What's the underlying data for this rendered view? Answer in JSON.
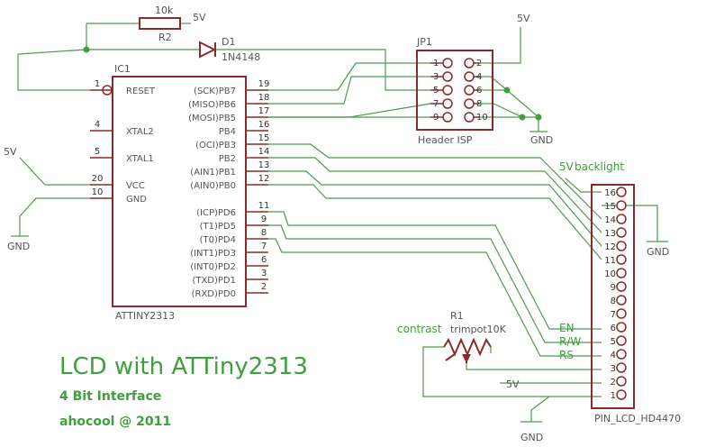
{
  "title": "LCD with ATTiny2313",
  "subtitle": "4 Bit Interface",
  "author": "ahocool @ 2011",
  "r2": {
    "value": "10k",
    "name": "R2",
    "net": "5V"
  },
  "d1": {
    "name": "D1",
    "value": "1N4148"
  },
  "ic1": {
    "name": "IC1",
    "part": "ATTINY2313",
    "left_pins": [
      {
        "num": "1",
        "label": "RESET"
      },
      {
        "num": "4",
        "label": "XTAL2"
      },
      {
        "num": "5",
        "label": "XTAL1"
      },
      {
        "num": "20",
        "label": "VCC"
      },
      {
        "num": "10",
        "label": "GND"
      }
    ],
    "right_pins": [
      {
        "num": "19",
        "label": "(SCK)PB7"
      },
      {
        "num": "18",
        "label": "(MISO)PB6"
      },
      {
        "num": "17",
        "label": "(MOSI)PB5"
      },
      {
        "num": "16",
        "label": "PB4"
      },
      {
        "num": "15",
        "label": "(OCI)PB3"
      },
      {
        "num": "14",
        "label": "PB2"
      },
      {
        "num": "13",
        "label": "(AIN1)PB1"
      },
      {
        "num": "12",
        "label": "(AIN0)PB0"
      },
      {
        "num": "11",
        "label": "(ICP)PD6"
      },
      {
        "num": "9",
        "label": "(T1)PD5"
      },
      {
        "num": "8",
        "label": "(T0)PD4"
      },
      {
        "num": "7",
        "label": "(INT1)PD3"
      },
      {
        "num": "6",
        "label": "(INT0)PD2"
      },
      {
        "num": "3",
        "label": "(TXD)PD1"
      },
      {
        "num": "2",
        "label": "(RXD)PD0"
      }
    ]
  },
  "jp1": {
    "name": "JP1",
    "label": "Header ISP",
    "left_pins": [
      "1",
      "3",
      "5",
      "7",
      "9"
    ],
    "right_pins": [
      "2",
      "4",
      "6",
      "8",
      "10"
    ]
  },
  "lcd": {
    "name": "PIN_LCD_HD4470",
    "pins": [
      "16",
      "15",
      "14",
      "13",
      "12",
      "11",
      "10",
      "9",
      "8",
      "7",
      "6",
      "5",
      "4",
      "3",
      "2",
      "1"
    ],
    "signals": {
      "en": "EN",
      "rw": "R/W",
      "rs": "RS"
    },
    "backlight": "backlight"
  },
  "r1": {
    "name": "R1",
    "value": "trimpot10K",
    "label": "contrast"
  },
  "nets": {
    "vcc": "5V",
    "gnd": "GND"
  }
}
